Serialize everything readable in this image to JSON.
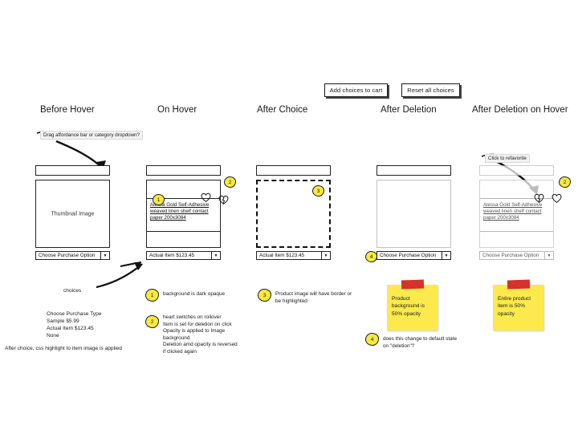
{
  "toolbar": {
    "add_to_cart_label": "Add choices to cart",
    "reset_label": "Reset all choices"
  },
  "columns": [
    {
      "heading": "Before Hover"
    },
    {
      "heading": "On Hover"
    },
    {
      "heading": "After Choice"
    },
    {
      "heading": "After Deletion"
    },
    {
      "heading": "After Deletion on Hover"
    }
  ],
  "callouts": {
    "drag_affordance": "Drag affordance bar or category dropdown?",
    "click_to_refavorite": "Click to refavorite"
  },
  "cards": [
    {
      "thumbnail_label": "Thumbnail Image",
      "select_value": "Choose Purchase Option"
    },
    {
      "product_title": "Alessa Gold Self-Adhesive weaved linen shelf contact paper 200x3084",
      "select_value": "Actual Item $123.45"
    },
    {
      "select_value": "Actual Item $123.45"
    },
    {
      "select_value": "Choose Purchase Option"
    },
    {
      "product_title": "Alessa Gold Self-Adhesive weaved linen shelf contact paper 200x3084",
      "select_value": "Choose Purchase Option"
    }
  ],
  "markers": {
    "m1": "1",
    "m2": "2",
    "m3": "3",
    "m4": "4",
    "m2b": "2",
    "m3b": "3",
    "m4b": "4"
  },
  "legend": [
    {
      "number": "1",
      "text": "background is dark opaque"
    },
    {
      "number": "2",
      "text": "heart switches on rollover\nItem is set for deletion on click\nOpacity is applied to Image\nbackground\nDeletion amd opacity is reversed\nif clicked again"
    },
    {
      "number": "3",
      "text": "Product image will have border or\nbe highlighted"
    },
    {
      "number": "4",
      "text": "does this change to default state\non \"deletion\"?"
    }
  ],
  "dropdown_options": {
    "label": "choices",
    "items": [
      "Choose Purchase Type",
      "Sample $5.99",
      "Actual Item $123.45",
      "None"
    ]
  },
  "notes": {
    "after_choice": "After choice, css highlight to item image is applied",
    "sticky_1": "Product\nbackground is\n50% opacity",
    "sticky_2": "Entire product\nitem is 50%\nopacity"
  },
  "icons": {
    "heart_outline": "heart-outline-icon",
    "heart_broken": "heart-broken-icon",
    "dropdown_arrow": "▼"
  },
  "colors": {
    "marker_yellow": "#f6e93f",
    "sticky_yellow": "#fbe94e",
    "tape_red": "#d6312a",
    "ink": "#1a1a1a"
  }
}
